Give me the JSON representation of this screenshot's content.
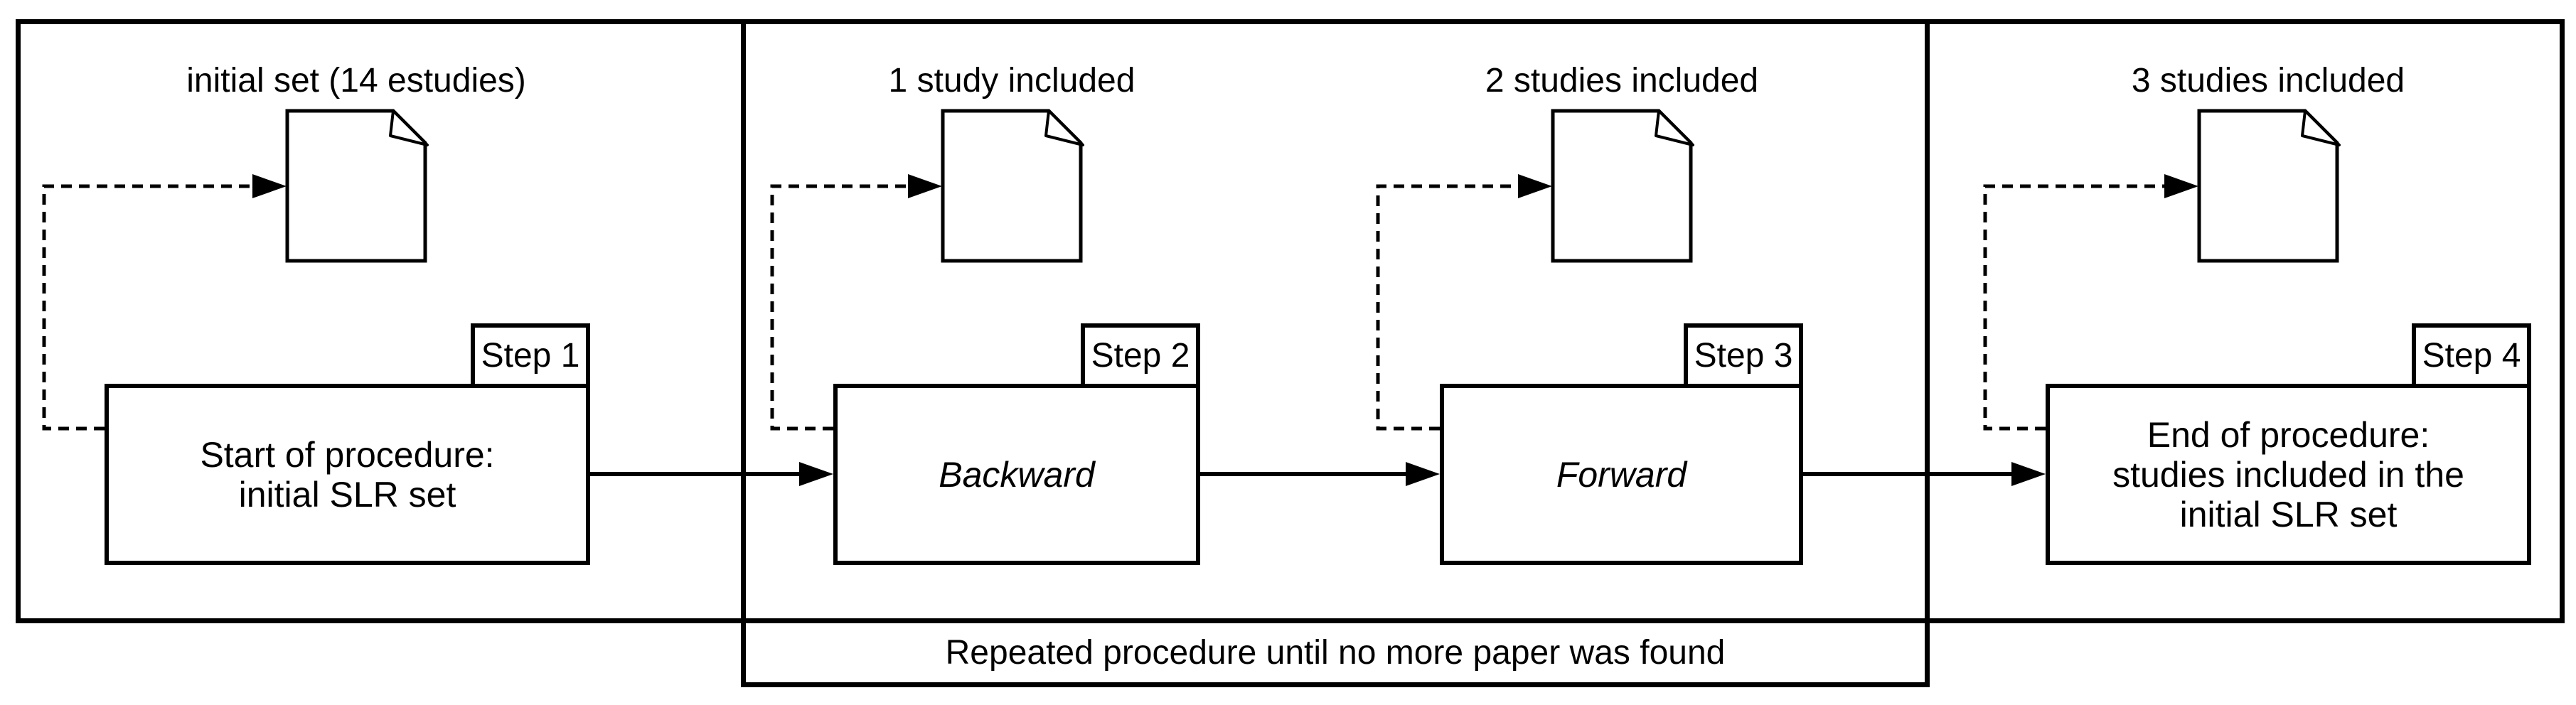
{
  "diagram": {
    "background": "#ffffff",
    "stroke_color": "#000000",
    "caption": "Repeated procedure until no more paper was found",
    "icons": {
      "document": "page-with-folded-corner",
      "arrow": "solid-right-arrow",
      "feedback": "dashed-elbow-arrow"
    },
    "steps": [
      {
        "tag": "Step 1",
        "box_text": "Start of procedure:\ninitial SLR set",
        "doc_label": "initial set (14 estudies)"
      },
      {
        "tag": "Step 2",
        "box_text": "Backward",
        "doc_label": "1 study included"
      },
      {
        "tag": "Step 3",
        "box_text": "Forward",
        "doc_label": "2 studies included"
      },
      {
        "tag": "Step 4",
        "box_text": "End of procedure:\nstudies included in the\ninitial SLR set",
        "doc_label": "3 studies included"
      }
    ]
  }
}
